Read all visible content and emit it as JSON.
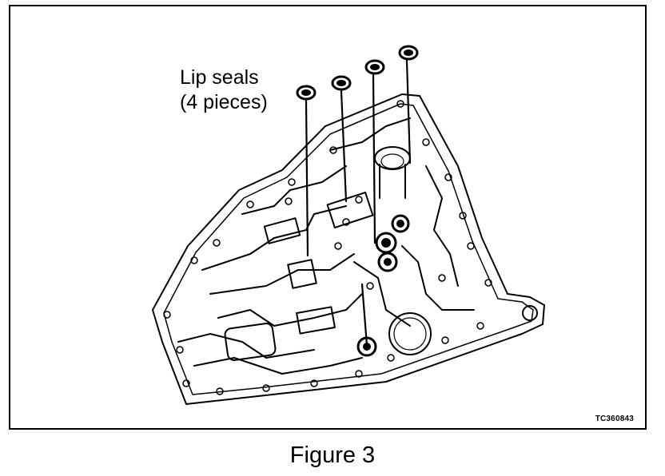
{
  "figure": {
    "callout_line1": "Lip seals",
    "callout_line2": "(4 pieces)",
    "code": "TC360843",
    "caption": "Figure 3"
  }
}
